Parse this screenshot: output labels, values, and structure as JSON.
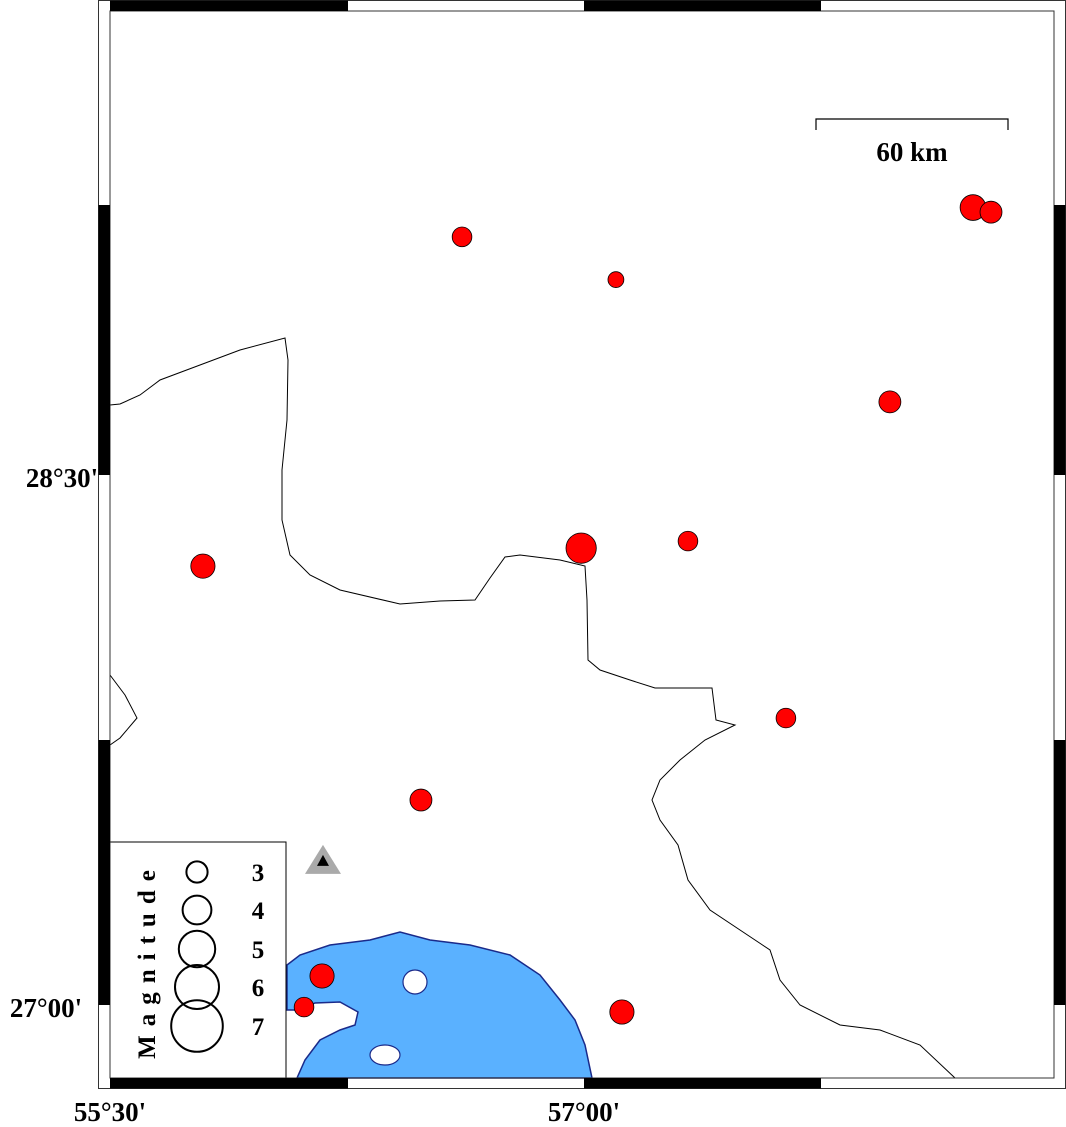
{
  "map": {
    "lon_ticks": [
      {
        "value": 55.5,
        "label": "55°30'"
      },
      {
        "value": 57.0,
        "label": "57°00'"
      }
    ],
    "lat_ticks": [
      {
        "value": 28.5,
        "label": "28°30'"
      },
      {
        "value": 27.0,
        "label": "27°00'"
      }
    ],
    "extent": {
      "lon": [
        55.5,
        58.5
      ],
      "lat": [
        26.81,
        29.84
      ]
    },
    "colors": {
      "event": "#ff0000",
      "sea": "#5ab1ff",
      "coast": "#1a2a8a",
      "station": "#999999"
    }
  },
  "scale_bar": {
    "label": "60 km"
  },
  "legend": {
    "title": "Magnitude",
    "items": [
      {
        "mag": 3,
        "label": "3"
      },
      {
        "mag": 4,
        "label": "4"
      },
      {
        "mag": 5,
        "label": "5"
      },
      {
        "mag": 6,
        "label": "6"
      },
      {
        "mag": 7,
        "label": "7"
      }
    ]
  },
  "station": {
    "lon": 56.174,
    "lat": 27.405
  },
  "events": [
    {
      "lon": 56.614,
      "lat": 29.174,
      "mag": 2.8
    },
    {
      "lon": 57.101,
      "lat": 29.053,
      "mag": 2.3
    },
    {
      "lon": 58.231,
      "lat": 29.257,
      "mag": 3.6
    },
    {
      "lon": 58.288,
      "lat": 29.244,
      "mag": 3.1
    },
    {
      "lon": 57.968,
      "lat": 28.707,
      "mag": 3.1
    },
    {
      "lon": 56.991,
      "lat": 28.293,
      "mag": 4.2
    },
    {
      "lon": 57.329,
      "lat": 28.313,
      "mag": 2.8
    },
    {
      "lon": 55.794,
      "lat": 28.242,
      "mag": 3.4
    },
    {
      "lon": 57.639,
      "lat": 27.812,
      "mag": 2.8
    },
    {
      "lon": 56.484,
      "lat": 27.58,
      "mag": 3.1
    },
    {
      "lon": 56.171,
      "lat": 27.082,
      "mag": 3.4
    },
    {
      "lon": 56.114,
      "lat": 26.994,
      "mag": 2.8
    },
    {
      "lon": 57.12,
      "lat": 26.98,
      "mag": 3.4
    }
  ]
}
